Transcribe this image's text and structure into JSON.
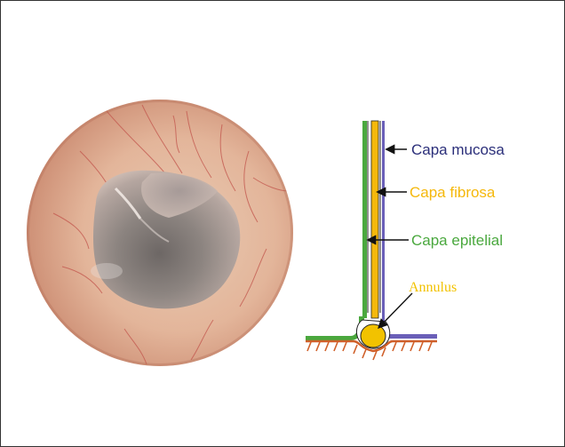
{
  "labels": {
    "mucosa": "Capa mucosa",
    "fibrosa": "Capa fibrosa",
    "epitelial": "Capa epitelial",
    "annulus": "Annulus"
  },
  "colors": {
    "mucosa": "#2b2f7a",
    "mucosa_line": "#6a5fb8",
    "fibrosa": "#f5b80c",
    "epitelial": "#4aa83e",
    "bone": "#d0602a",
    "annulus_fill": "#f2c200",
    "arrow": "#111111"
  },
  "icons": {
    "photo": "otoscopic-eardrum-photo",
    "diagram": "tympanic-membrane-layers-diagram"
  }
}
